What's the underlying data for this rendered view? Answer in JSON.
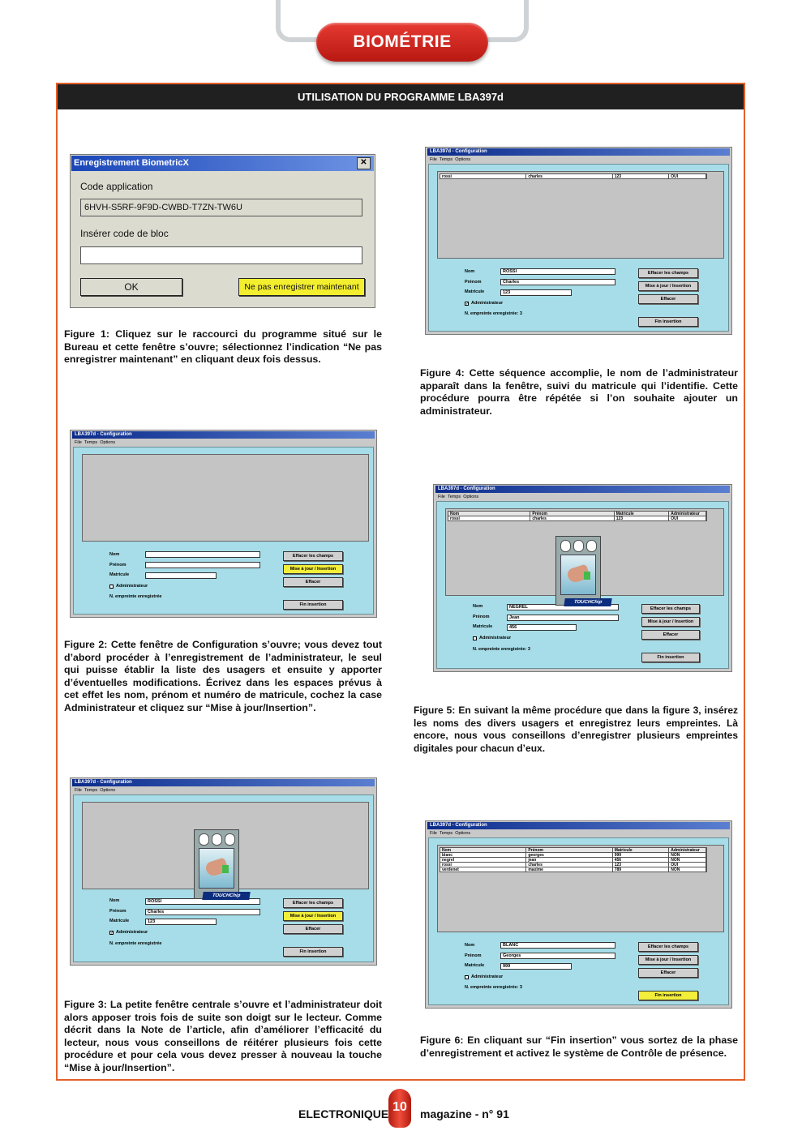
{
  "header": {
    "section": "BIOMÉTRIE",
    "bar_title": "UTILISATION DU PROGRAMME LBA397d"
  },
  "app_title": "LBA397d - Configuration",
  "menu": {
    "file": "File",
    "temps": "Temps",
    "options": "Options"
  },
  "form_labels": {
    "nom": "Nom",
    "prenom": "Prénom",
    "matricule": "Matricule",
    "admin": "Administrateur",
    "empreinte": "N. empreinte enregistrée"
  },
  "buttons": {
    "effacer_champs": "Effacer les champs",
    "maj": "Mise à jour / Insertion",
    "effacer": "Effacer",
    "fin": "Fin insertion"
  },
  "table_headers": [
    "Nom",
    "Prénom",
    "Matricule",
    "Administrateur"
  ],
  "touchchip": "TOUCHChip",
  "fig1": {
    "title": "Enregistrement BiometricX",
    "close": "✕",
    "code_label": "Code application",
    "code_value": "6HVH-S5RF-9F9D-CWBD-T7ZN-TW6U",
    "bloc_label": "Insérer code de bloc",
    "ok": "OK",
    "later": "Ne pas enregistrer maintenant",
    "caption": "Figure 1: Cliquez sur le raccourci du programme situé sur le Bureau et cette fenêtre s’ouvre; sélectionnez l’indication “Ne pas enregistrer maintenant” en cliquant deux fois dessus."
  },
  "fig2": {
    "caption": "Figure 2: Cette fenêtre de Configuration s’ouvre; vous devez tout d’abord procéder à l’enregistrement de l’administrateur, le seul qui puisse établir la liste des usagers et ensuite y apporter d’éventuelles modifications. Écrivez dans les espaces prévus à cet effet les nom, prénom et numéro de matricule, cochez la case Administrateur et cliquez sur “Mise à jour/Insertion”."
  },
  "fig3": {
    "nom": "ROSSI",
    "prenom": "Charles",
    "matricule": "123",
    "check": "✓",
    "caption": "Figure 3: La petite fenêtre centrale s’ouvre et l’administrateur doit alors apposer trois fois de suite son doigt sur le lecteur. Comme décrit dans la Note de l’article, afin d’améliorer l’efficacité du lecteur, nous vous conseillons de réitérer plusieurs fois cette procédure et pour cela vous devez presser à nouveau la touche “Mise à jour/Insertion”."
  },
  "fig4": {
    "row": [
      "rossi",
      "charles",
      "123",
      "OUI"
    ],
    "nom": "ROSSI",
    "prenom": "Charles",
    "matricule": "123",
    "check": "✓",
    "empreinte": "N. empreinte enregistrée: 3",
    "caption": "Figure 4: Cette séquence accomplie, le nom de l’administrateur apparaît dans la fenêtre, suivi du matricule qui l’identifie. Cette procédure pourra être répétée si l’on souhaite ajouter un administrateur."
  },
  "fig5": {
    "row": [
      "rossi",
      "charles",
      "123",
      "OUI"
    ],
    "nom": "NEGREL",
    "prenom": "Jean",
    "matricule": "456",
    "empreinte": "N. empreinte enregistrée: 3",
    "caption": "Figure 5: En suivant la même procédure que dans la figure 3, insérez les noms des divers usagers et enregistrez leurs empreintes. Là encore, nous vous conseillons d’enregistrer plusieurs empreintes digitales pour chacun d’eux."
  },
  "fig6": {
    "rows": [
      [
        "blanc",
        "georges",
        "999",
        "NON"
      ],
      [
        "negrel",
        "jean",
        "456",
        "NON"
      ],
      [
        "rossi",
        "charles",
        "123",
        "OUI"
      ],
      [
        "verdenet",
        "maxime",
        "789",
        "NON"
      ]
    ],
    "nom": "BLANC",
    "prenom": "Georges",
    "matricule": "999",
    "empreinte": "N. empreinte enregistrée: 3",
    "caption": "Figure 6: En cliquant sur “Fin insertion” vous sortez de la phase d’enregistrement et activez le système de Contrôle de présence."
  },
  "footer": {
    "left": "ELECTRONIQUE",
    "page": "10",
    "right": "magazine - n° 91"
  }
}
